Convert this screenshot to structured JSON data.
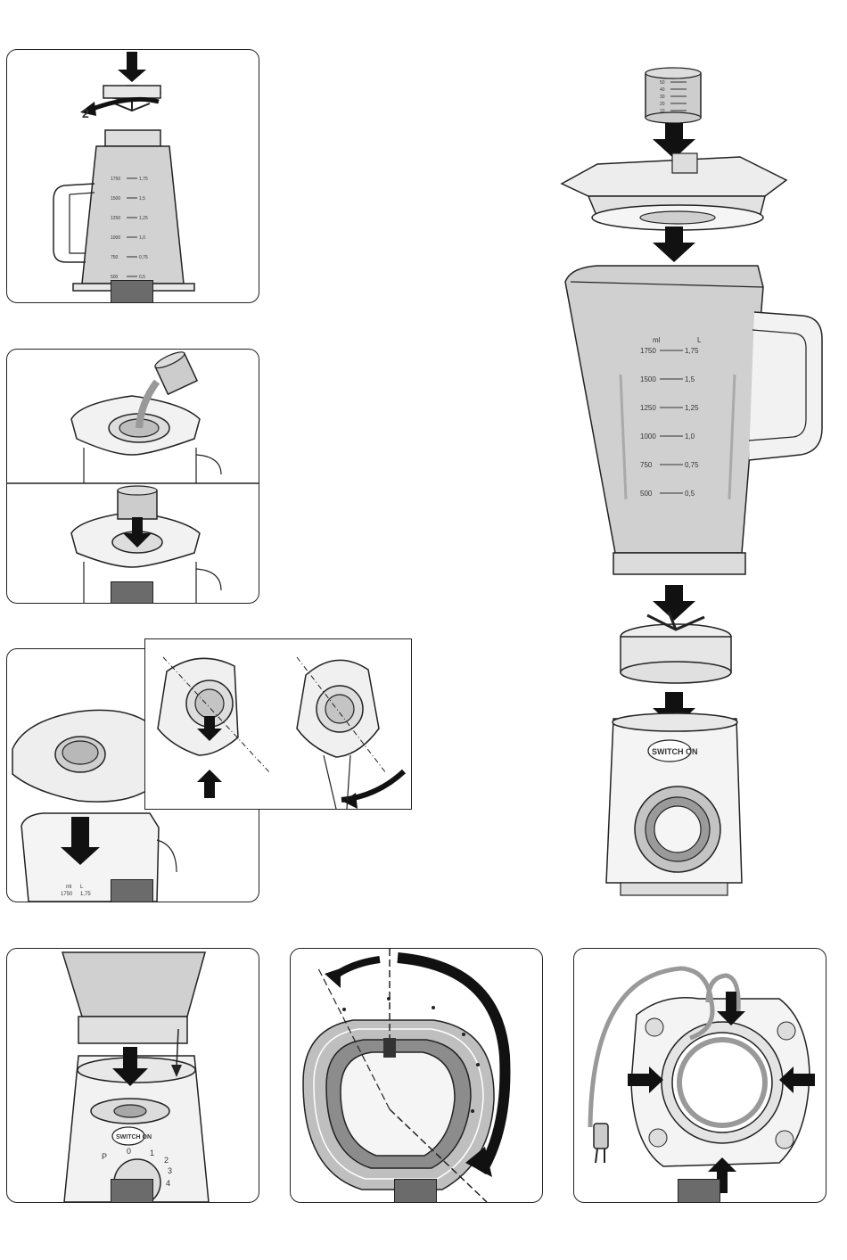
{
  "panel_a": {
    "step_number": "2",
    "jug_marks_left": [
      "1750",
      "1500",
      "1250",
      "1000",
      "750",
      "500"
    ],
    "jug_marks_right": [
      "1,75",
      "1,5",
      "1,25",
      "1,0",
      "0,75",
      "0,5"
    ]
  },
  "main": {
    "unit_ml": "ml",
    "unit_l": "L",
    "marks": [
      {
        "ml": "1750",
        "l": "1,75"
      },
      {
        "ml": "1500",
        "l": "1,5"
      },
      {
        "ml": "1250",
        "l": "1,25"
      },
      {
        "ml": "1000",
        "l": "1,0"
      },
      {
        "ml": "750",
        "l": "0,75"
      },
      {
        "ml": "500",
        "l": "0,5"
      }
    ],
    "brand": "SWITCH ON",
    "cup_marks": [
      "50",
      "40",
      "30",
      "20",
      "10"
    ]
  },
  "panel_c": {
    "ml": "ml",
    "l": "L",
    "mark_ml": "1750",
    "mark_l": "1,75"
  },
  "panel_d": {
    "brand": "SWITCH ON",
    "speeds": [
      "P",
      "0",
      "1",
      "2",
      "3",
      "4"
    ]
  },
  "colors": {
    "badge": "#6b6b6b",
    "line": "#222222",
    "glass": "#cfcfcf",
    "arrow": "#111111"
  }
}
